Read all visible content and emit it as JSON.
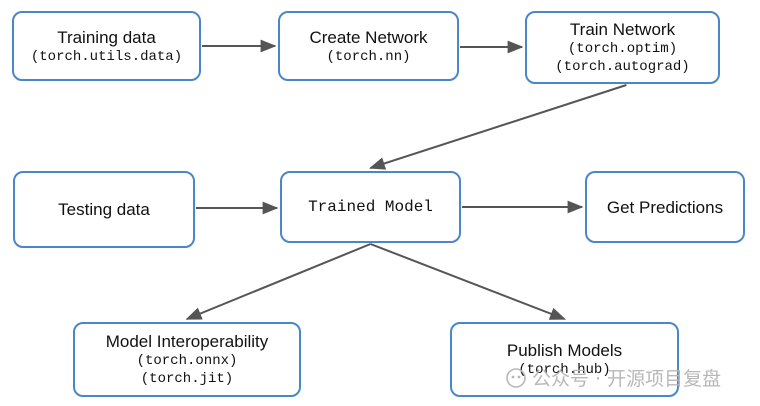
{
  "nodes": {
    "training_data": {
      "title": "Training data",
      "lines": [
        "(torch.utils.data)"
      ]
    },
    "create_network": {
      "title": "Create Network",
      "lines": [
        "(torch.nn)"
      ]
    },
    "train_network": {
      "title": "Train Network",
      "lines": [
        "(torch.optim)",
        "(torch.autograd)"
      ]
    },
    "testing_data": {
      "title": "Testing data"
    },
    "trained_model": {
      "title": "Trained Model"
    },
    "get_predictions": {
      "title": "Get Predictions"
    },
    "model_interoperability": {
      "title": "Model Interoperability",
      "lines": [
        "(torch.onnx)",
        "(torch.jit)"
      ]
    },
    "publish_models": {
      "title": "Publish Models",
      "lines": [
        "(torch.hub)"
      ]
    }
  },
  "edges": [
    [
      "training_data",
      "create_network"
    ],
    [
      "create_network",
      "train_network"
    ],
    [
      "train_network",
      "trained_model"
    ],
    [
      "testing_data",
      "trained_model"
    ],
    [
      "trained_model",
      "get_predictions"
    ],
    [
      "trained_model",
      "model_interoperability"
    ],
    [
      "trained_model",
      "publish_models"
    ]
  ],
  "colors": {
    "node_border": "#4a86c8",
    "arrow": "#555555",
    "watermark": "#b8b8b8"
  },
  "watermark": {
    "text": "公众号 · 开源项目复盘",
    "icon": "wechat-icon"
  }
}
